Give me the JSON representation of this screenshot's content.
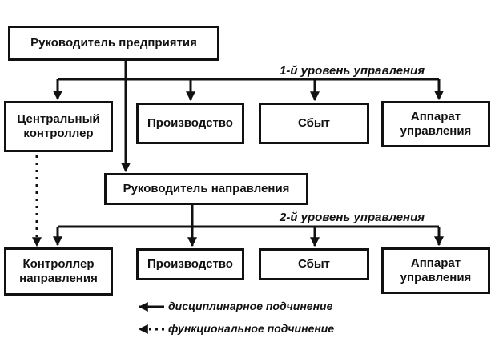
{
  "boxes": {
    "head": "Руководитель предприятия",
    "central_controller": "Центральный\nконтроллер",
    "production_1": "Производство",
    "sales_1": "Сбыт",
    "admin_1": "Аппарат\nуправления",
    "direction_head": "Руководитель направления",
    "direction_controller": "Контроллер\nнаправления",
    "production_2": "Производство",
    "sales_2": "Сбыт",
    "admin_2": "Аппарат\nуправления"
  },
  "levels": {
    "level1": "1-й уровень управления",
    "level2": "2-й уровень управления"
  },
  "legend": {
    "disciplinary": "дисциплинарное подчинение",
    "functional": "функциональное подчинение"
  }
}
